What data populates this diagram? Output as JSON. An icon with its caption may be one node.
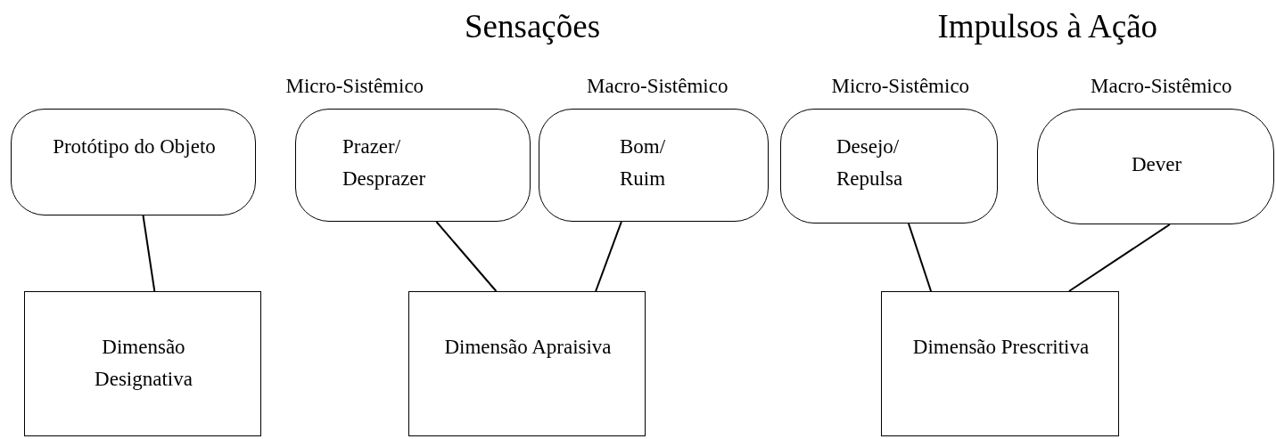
{
  "diagram": {
    "nodes": [
      {
        "text": [
          "Protótipo do Objeto"
        ]
      },
      {
        "text": [
          "Prazer/ Desprazer"
        ]
      },
      {
        "text": [
          "Bom/ Ruim"
        ]
      },
      {
        "text": [
          "Desejo/ Repulsa"
        ]
      },
      {
        "text": [
          "Dever"
        ]
      },
      {
        "text": [
          "Dimensão Designativa"
        ]
      },
      {
        "text": [
          "Dimensão Apraisiva"
        ]
      },
      {
        "text": [
          "Dimensão Prescritiva"
        ]
      }
    ],
    "edges": [
      {
        "from": 0,
        "to": 5,
        "arrow": "none"
      },
      {
        "from": 1,
        "to": 6,
        "arrow": "none"
      },
      {
        "from": 2,
        "to": 6,
        "arrow": "none"
      },
      {
        "from": 3,
        "to": 7,
        "arrow": "none"
      },
      {
        "from": 4,
        "to": 7,
        "arrow": "none"
      }
    ],
    "labels": [
      "Sensações",
      "Impulsos à Ação",
      "Micro-Sistêmico",
      "Macro-Sistêmico",
      "Micro-Sistêmico",
      "Macro-Sistêmico"
    ]
  }
}
